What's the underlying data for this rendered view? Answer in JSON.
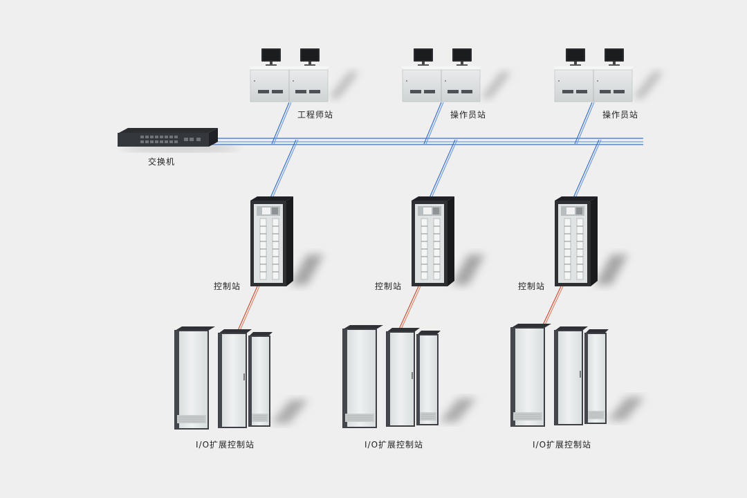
{
  "labels": {
    "engineer_station": "工程师站",
    "operator_station_1": "操作员站",
    "operator_station_2": "操作员站",
    "switch": "交换机",
    "control_station_1": "控制站",
    "control_station_2": "控制站",
    "control_station_3": "控制站",
    "io_station_1": "I/O扩展控制站",
    "io_station_2": "I/O扩展控制站",
    "io_station_3": "I/O扩展控制站"
  },
  "colors": {
    "background": "#efefef",
    "network_line": "#3a6fc4",
    "io_link": "#c9452f",
    "cabinet_body": "#e4e8e8",
    "cabinet_frame": "#3d3f44",
    "shadow": "#6e6e6e"
  },
  "icons": {
    "workstation": "workstation-desk-icon",
    "switch": "network-switch-icon",
    "control_cabinet": "control-cabinet-icon",
    "io_cabinet": "io-cabinet-group-icon"
  }
}
